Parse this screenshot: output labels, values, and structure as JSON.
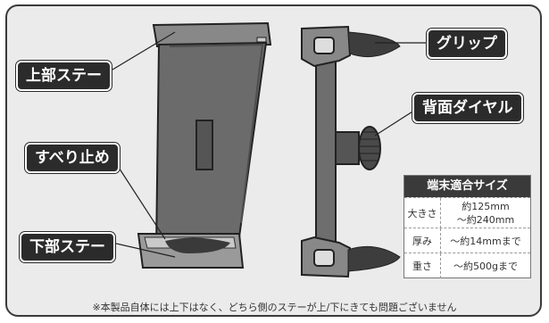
{
  "labels": {
    "upper_stay": "上部ステー",
    "non_slip": "すべり止め",
    "lower_stay": "下部ステー",
    "grip": "グリップ",
    "dial": "背面ダイヤル"
  },
  "spec_table": {
    "title": "端末適合サイズ",
    "rows": [
      {
        "key": "大きさ",
        "value_line1": "約125mm",
        "value_line2": "～約240mm"
      },
      {
        "key": "厚み",
        "value_line1": "～約14mmまで",
        "value_line2": ""
      },
      {
        "key": "重さ",
        "value_line1": "～約500gまで",
        "value_line2": ""
      }
    ]
  },
  "footnote": "※本製品自体には上下はなく、どちら側のステーが上/下にきても問題ございません",
  "colors": {
    "callout_bg": "#2b2b2b",
    "device_body": "#6b6b6b",
    "device_dark": "#454545",
    "panel_bg": "#ebebeb"
  }
}
